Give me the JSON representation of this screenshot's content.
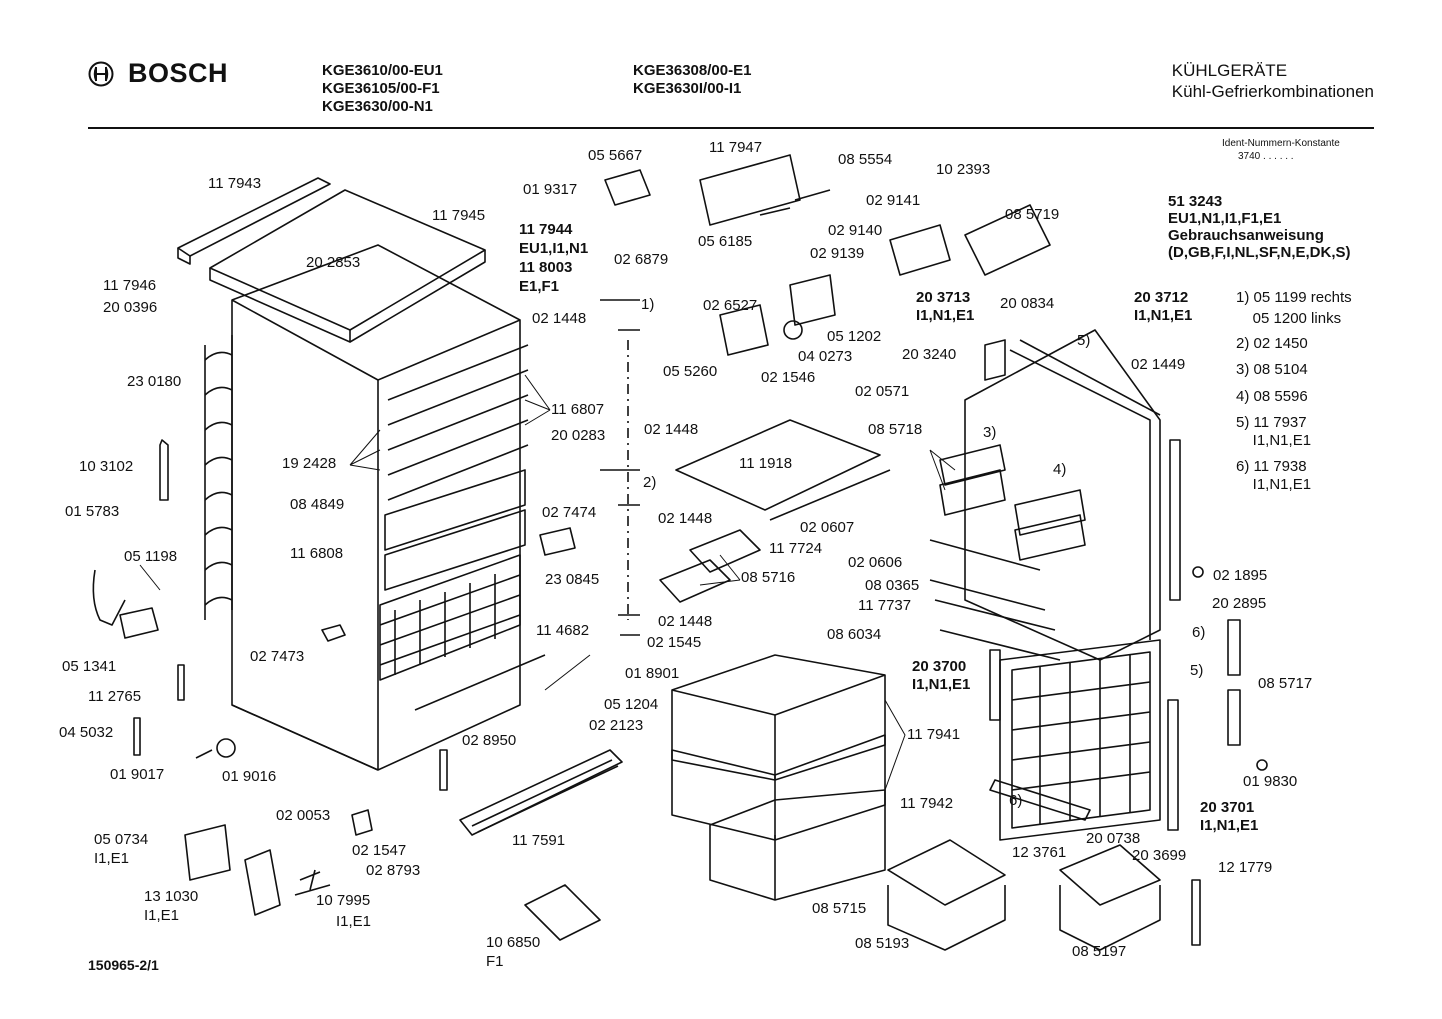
{
  "header": {
    "brand": "BOSCH",
    "models_col1": [
      "KGE3610/00-EU1",
      "KGE36105/00-F1",
      "KGE3630/00-N1"
    ],
    "models_col2": [
      "KGE36308/00-E1",
      "KGE3630I/00-I1"
    ],
    "category": "KÜHLGERÄTE",
    "subcategory": "Kühl-Gefrierkombinationen"
  },
  "ident": {
    "label": "Ident-Nummern-Konstante",
    "value": "3740  . .  . . . ."
  },
  "manual": {
    "code": "51 3243",
    "variants": "EU1,N1,I1,F1,E1",
    "title": "Gebrauchsanweisung",
    "languages": "(D,GB,F,I,NL,SF,N,E,DK,S)"
  },
  "notes": [
    {
      "text": "1) 05 1199 rechts"
    },
    {
      "text": "    05 1200 links"
    },
    {
      "text": "2) 02 1450"
    },
    {
      "text": "3) 08 5104"
    },
    {
      "text": "4) 08 5596"
    },
    {
      "text": "5) 11 7937"
    },
    {
      "text": "    I1,N1,E1"
    },
    {
      "text": "6) 11 7938"
    },
    {
      "text": "    I1,N1,E1"
    }
  ],
  "part_labels": [
    "11 7943",
    "20 2853",
    "11 7945",
    "11 7944",
    "EU1,I1,N1",
    "11 8003",
    "E1,F1",
    "11 7946",
    "20 0396",
    "23 0180",
    "10 3102",
    "01 5783",
    "05 1198",
    "05 1341",
    "11 2765",
    "04 5032",
    "01 9017",
    "01 9016",
    "05 0734",
    "I1,E1",
    "13 1030",
    "I1,E1",
    "10 7995",
    "I1,E1",
    "02 0053",
    "02 1547",
    "02 8793",
    "02 8950",
    "11 7591",
    "10 6850",
    "F1",
    "19 2428",
    "08 4849",
    "11 6808",
    "02 7473",
    "11 6807",
    "20 0283",
    "23 0845",
    "11 4682",
    "02 7474",
    "05 5667",
    "01 9317",
    "02 6879",
    "02 1448",
    "1)",
    "02 1448",
    "2)",
    "02 1448",
    "02 1448",
    "02 1545",
    "01 8901",
    "05 1204",
    "02 2123",
    "11 7947",
    "05 6185",
    "08 5554",
    "02 9141",
    "02 9140",
    "02 9139",
    "02 6527",
    "05 5260",
    "02 1546",
    "04 0273",
    "05 1202",
    "10 2393",
    "08 5719",
    "11 1918",
    "02 0607",
    "11 7724",
    "08 5716",
    "08 6034",
    "11 7941",
    "11 7942",
    "08 5715",
    "08 5193",
    "12 3761",
    "08 5197",
    "12 1779",
    "20 3713",
    "I1,N1,E1",
    "20 0834",
    "20 3240",
    "02 0571",
    "08 5718",
    "3)",
    "4)",
    "02 0606",
    "08 0365",
    "11 7737",
    "20 3712",
    "I1,N1,E1",
    "5)",
    "02 1449",
    "02 1895",
    "20 2895",
    "6)",
    "5)",
    "08 5717",
    "01 9830",
    "20 3700",
    "I1,N1,E1",
    "6)",
    "20 3701",
    "I1,N1,E1",
    "20 0738",
    "20 3699"
  ],
  "footer": {
    "drawing_number": "150965-2/1"
  }
}
